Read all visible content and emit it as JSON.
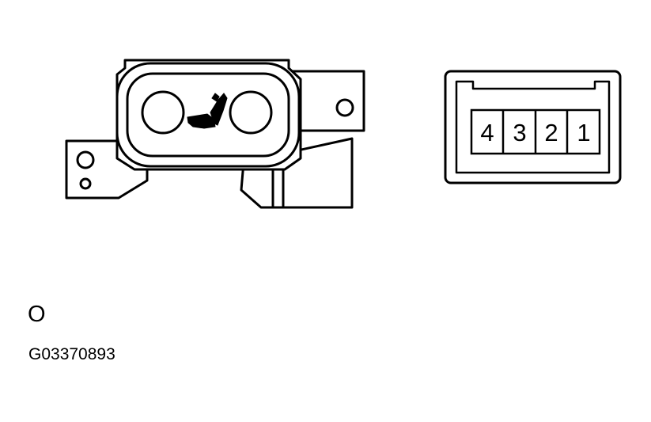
{
  "connector": {
    "pins": [
      "4",
      "3",
      "2",
      "1"
    ]
  },
  "view_label": "O",
  "figure_id": "G03370893",
  "colors": {
    "line": "#000000",
    "background": "#ffffff"
  },
  "icons": {
    "switch_symbol": "seat-icon"
  }
}
